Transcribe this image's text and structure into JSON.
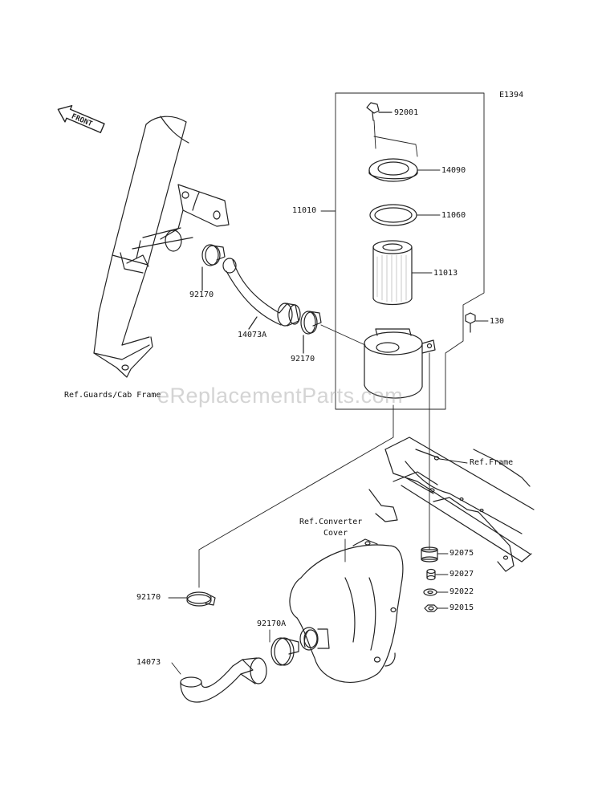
{
  "diagram_code": "E1394",
  "watermark": "eReplacementParts.com",
  "front_label": "FRONT",
  "labels": {
    "p92001": "92001",
    "p14090": "14090",
    "p11010": "11010",
    "p11060": "11060",
    "p11013": "11013",
    "p130": "130",
    "p92170_a": "92170",
    "p14073A": "14073A",
    "p92170_b": "92170",
    "ref_guards": "Ref.Guards/Cab Frame",
    "ref_frame": "Ref.Frame",
    "ref_converter_1": "Ref.Converter",
    "ref_converter_2": "Cover",
    "p92075": "92075",
    "p92027": "92027",
    "p92022": "92022",
    "p92015": "92015",
    "p92170_c": "92170",
    "p92170A": "92170A",
    "p14073": "14073"
  }
}
